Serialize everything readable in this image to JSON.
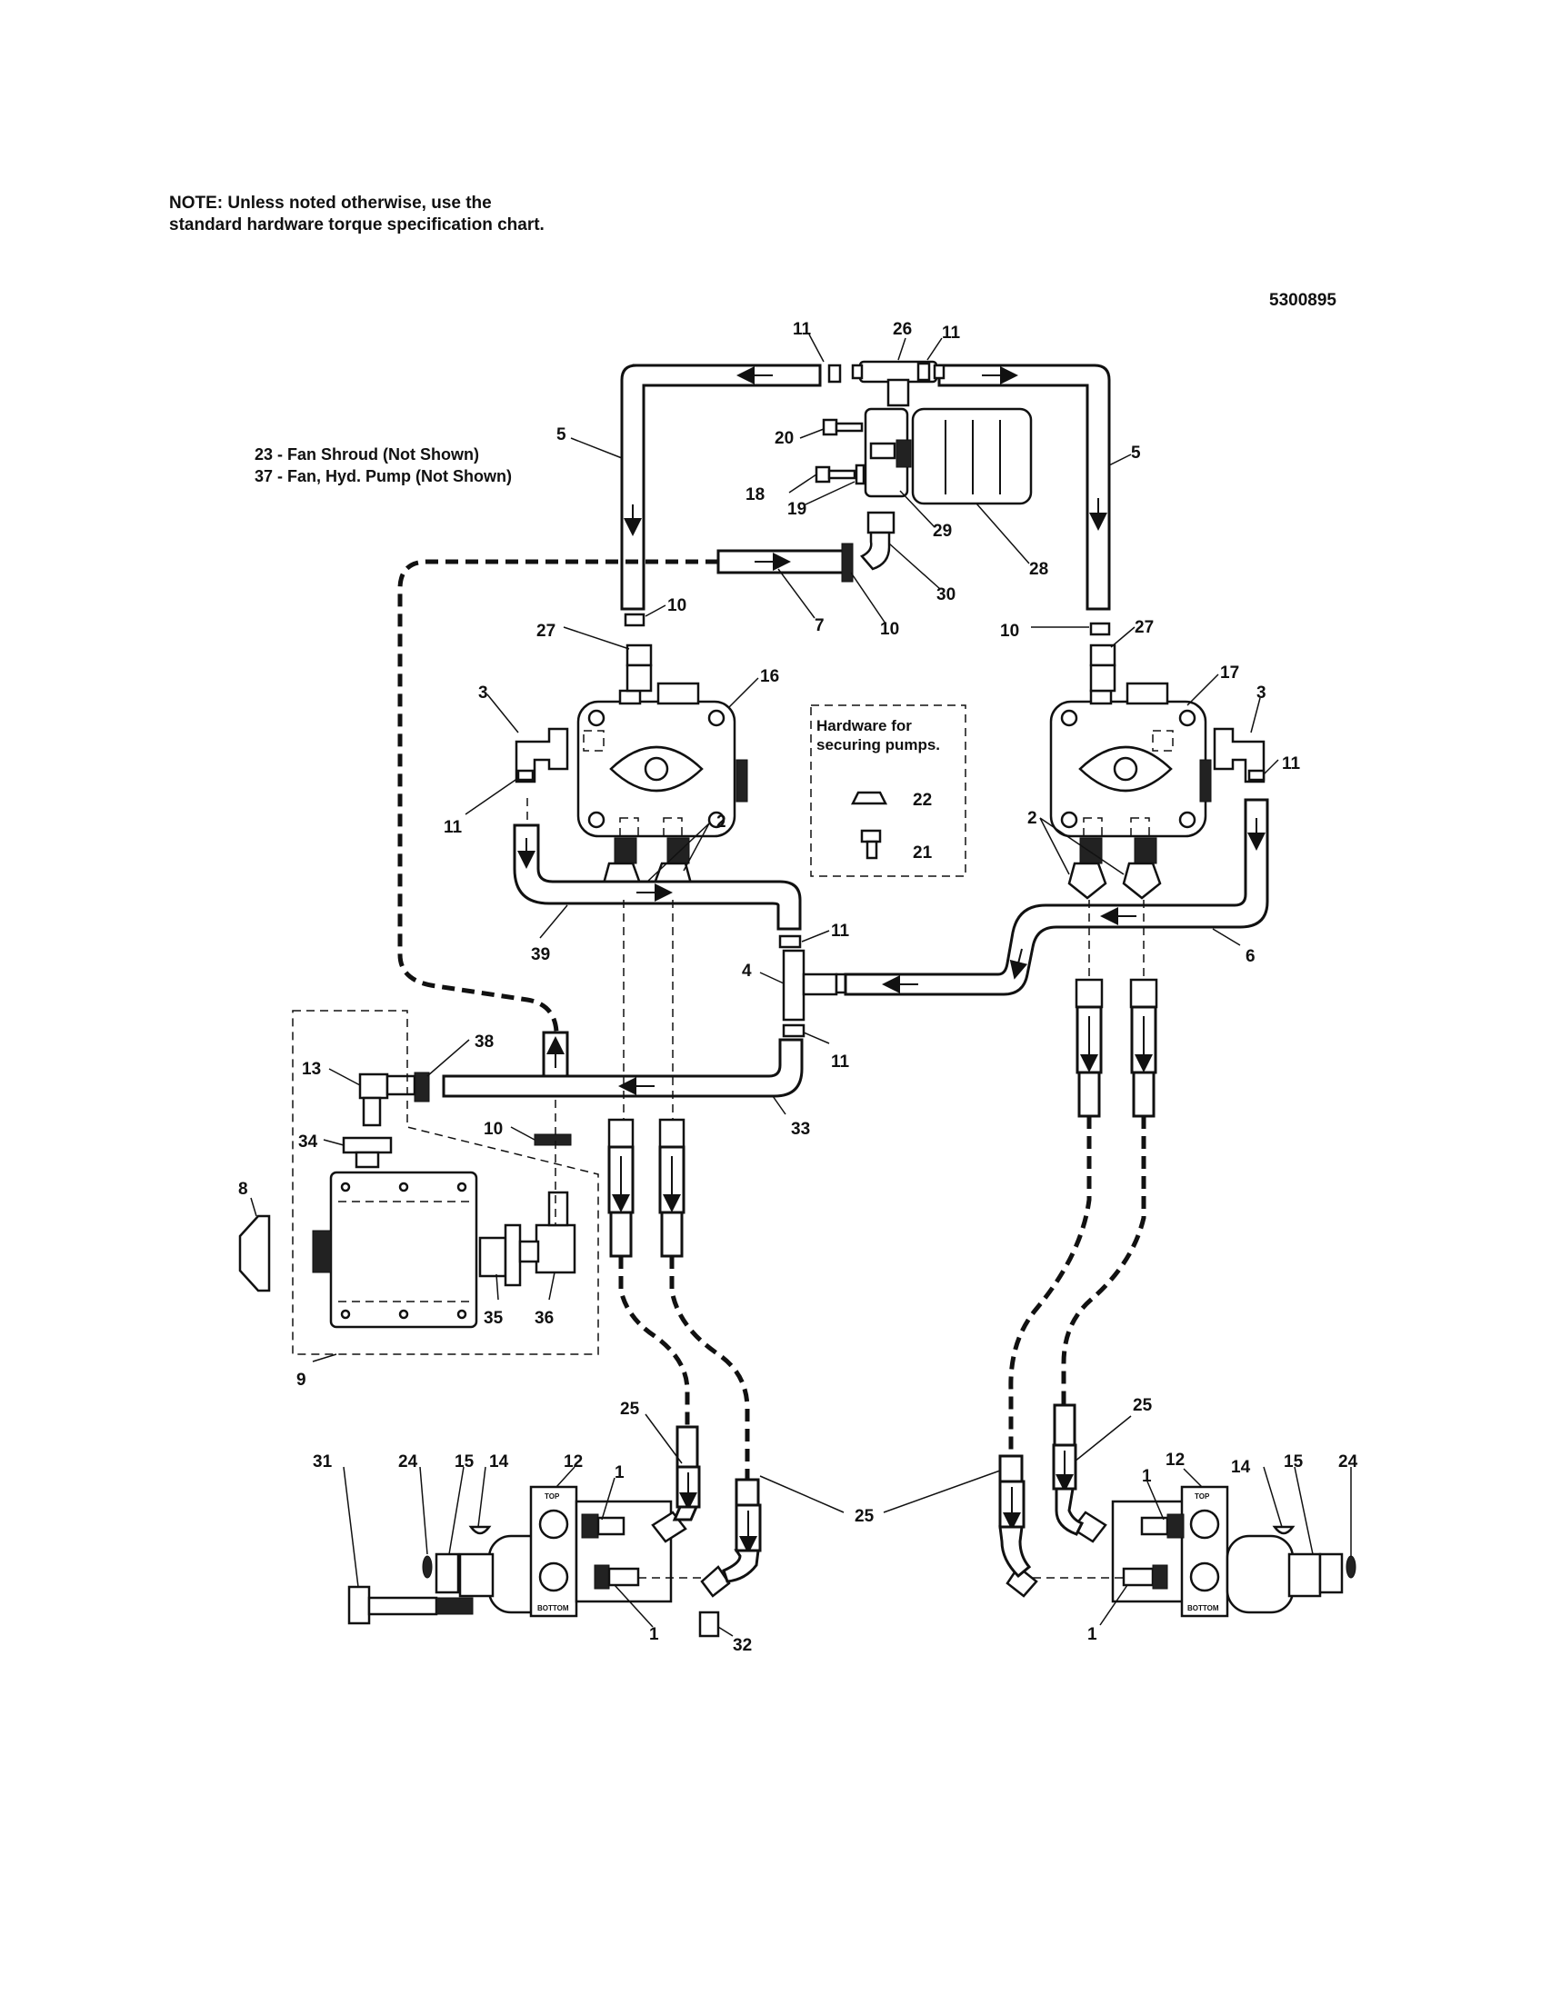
{
  "note": "NOTE: Unless noted otherwise, use the standard hardware torque specification chart.",
  "document_number": "5300895",
  "legend": [
    "23 - Fan Shroud (Not Shown)",
    "37 - Fan, Hyd. Pump (Not Shown)"
  ],
  "hardware_box": {
    "title": "Hardware for securing pumps."
  },
  "motor_labels": {
    "top": "TOP",
    "bottom": "BOTTOM"
  },
  "callouts": [
    {
      "id": "c-11a",
      "text": "11"
    },
    {
      "id": "c-26",
      "text": "26"
    },
    {
      "id": "c-11b",
      "text": "11"
    },
    {
      "id": "c-5a",
      "text": "5"
    },
    {
      "id": "c-5b",
      "text": "5"
    },
    {
      "id": "c-20",
      "text": "20"
    },
    {
      "id": "c-18",
      "text": "18"
    },
    {
      "id": "c-19",
      "text": "19"
    },
    {
      "id": "c-29",
      "text": "29"
    },
    {
      "id": "c-28",
      "text": "28"
    },
    {
      "id": "c-30",
      "text": "30"
    },
    {
      "id": "c-7",
      "text": "7"
    },
    {
      "id": "c-10a",
      "text": "10"
    },
    {
      "id": "c-10b",
      "text": "10"
    },
    {
      "id": "c-10c",
      "text": "10"
    },
    {
      "id": "c-27a",
      "text": "27"
    },
    {
      "id": "c-27b",
      "text": "27"
    },
    {
      "id": "c-16",
      "text": "16"
    },
    {
      "id": "c-17",
      "text": "17"
    },
    {
      "id": "c-3a",
      "text": "3"
    },
    {
      "id": "c-3b",
      "text": "3"
    },
    {
      "id": "c-11c",
      "text": "11"
    },
    {
      "id": "c-11d",
      "text": "11"
    },
    {
      "id": "c-22",
      "text": "22"
    },
    {
      "id": "c-21",
      "text": "21"
    },
    {
      "id": "c-2a",
      "text": "2"
    },
    {
      "id": "c-2b",
      "text": "2"
    },
    {
      "id": "c-39",
      "text": "39"
    },
    {
      "id": "c-11e",
      "text": "11"
    },
    {
      "id": "c-4",
      "text": "4"
    },
    {
      "id": "c-6",
      "text": "6"
    },
    {
      "id": "c-11f",
      "text": "11"
    },
    {
      "id": "c-38",
      "text": "38"
    },
    {
      "id": "c-13",
      "text": "13"
    },
    {
      "id": "c-33",
      "text": "33"
    },
    {
      "id": "c-10d",
      "text": "10"
    },
    {
      "id": "c-34",
      "text": "34"
    },
    {
      "id": "c-8",
      "text": "8"
    },
    {
      "id": "c-35",
      "text": "35"
    },
    {
      "id": "c-36",
      "text": "36"
    },
    {
      "id": "c-9",
      "text": "9"
    },
    {
      "id": "c-25a",
      "text": "25"
    },
    {
      "id": "c-25b",
      "text": "25"
    },
    {
      "id": "c-25c",
      "text": "25"
    },
    {
      "id": "c-31",
      "text": "31"
    },
    {
      "id": "c-24a",
      "text": "24"
    },
    {
      "id": "c-15a",
      "text": "15"
    },
    {
      "id": "c-14a",
      "text": "14"
    },
    {
      "id": "c-12a",
      "text": "12"
    },
    {
      "id": "c-1a",
      "text": "1"
    },
    {
      "id": "c-1b",
      "text": "1"
    },
    {
      "id": "c-32",
      "text": "32"
    },
    {
      "id": "c-12b",
      "text": "12"
    },
    {
      "id": "c-14b",
      "text": "14"
    },
    {
      "id": "c-15b",
      "text": "15"
    },
    {
      "id": "c-24b",
      "text": "24"
    },
    {
      "id": "c-1c",
      "text": "1"
    },
    {
      "id": "c-1d",
      "text": "1"
    }
  ]
}
